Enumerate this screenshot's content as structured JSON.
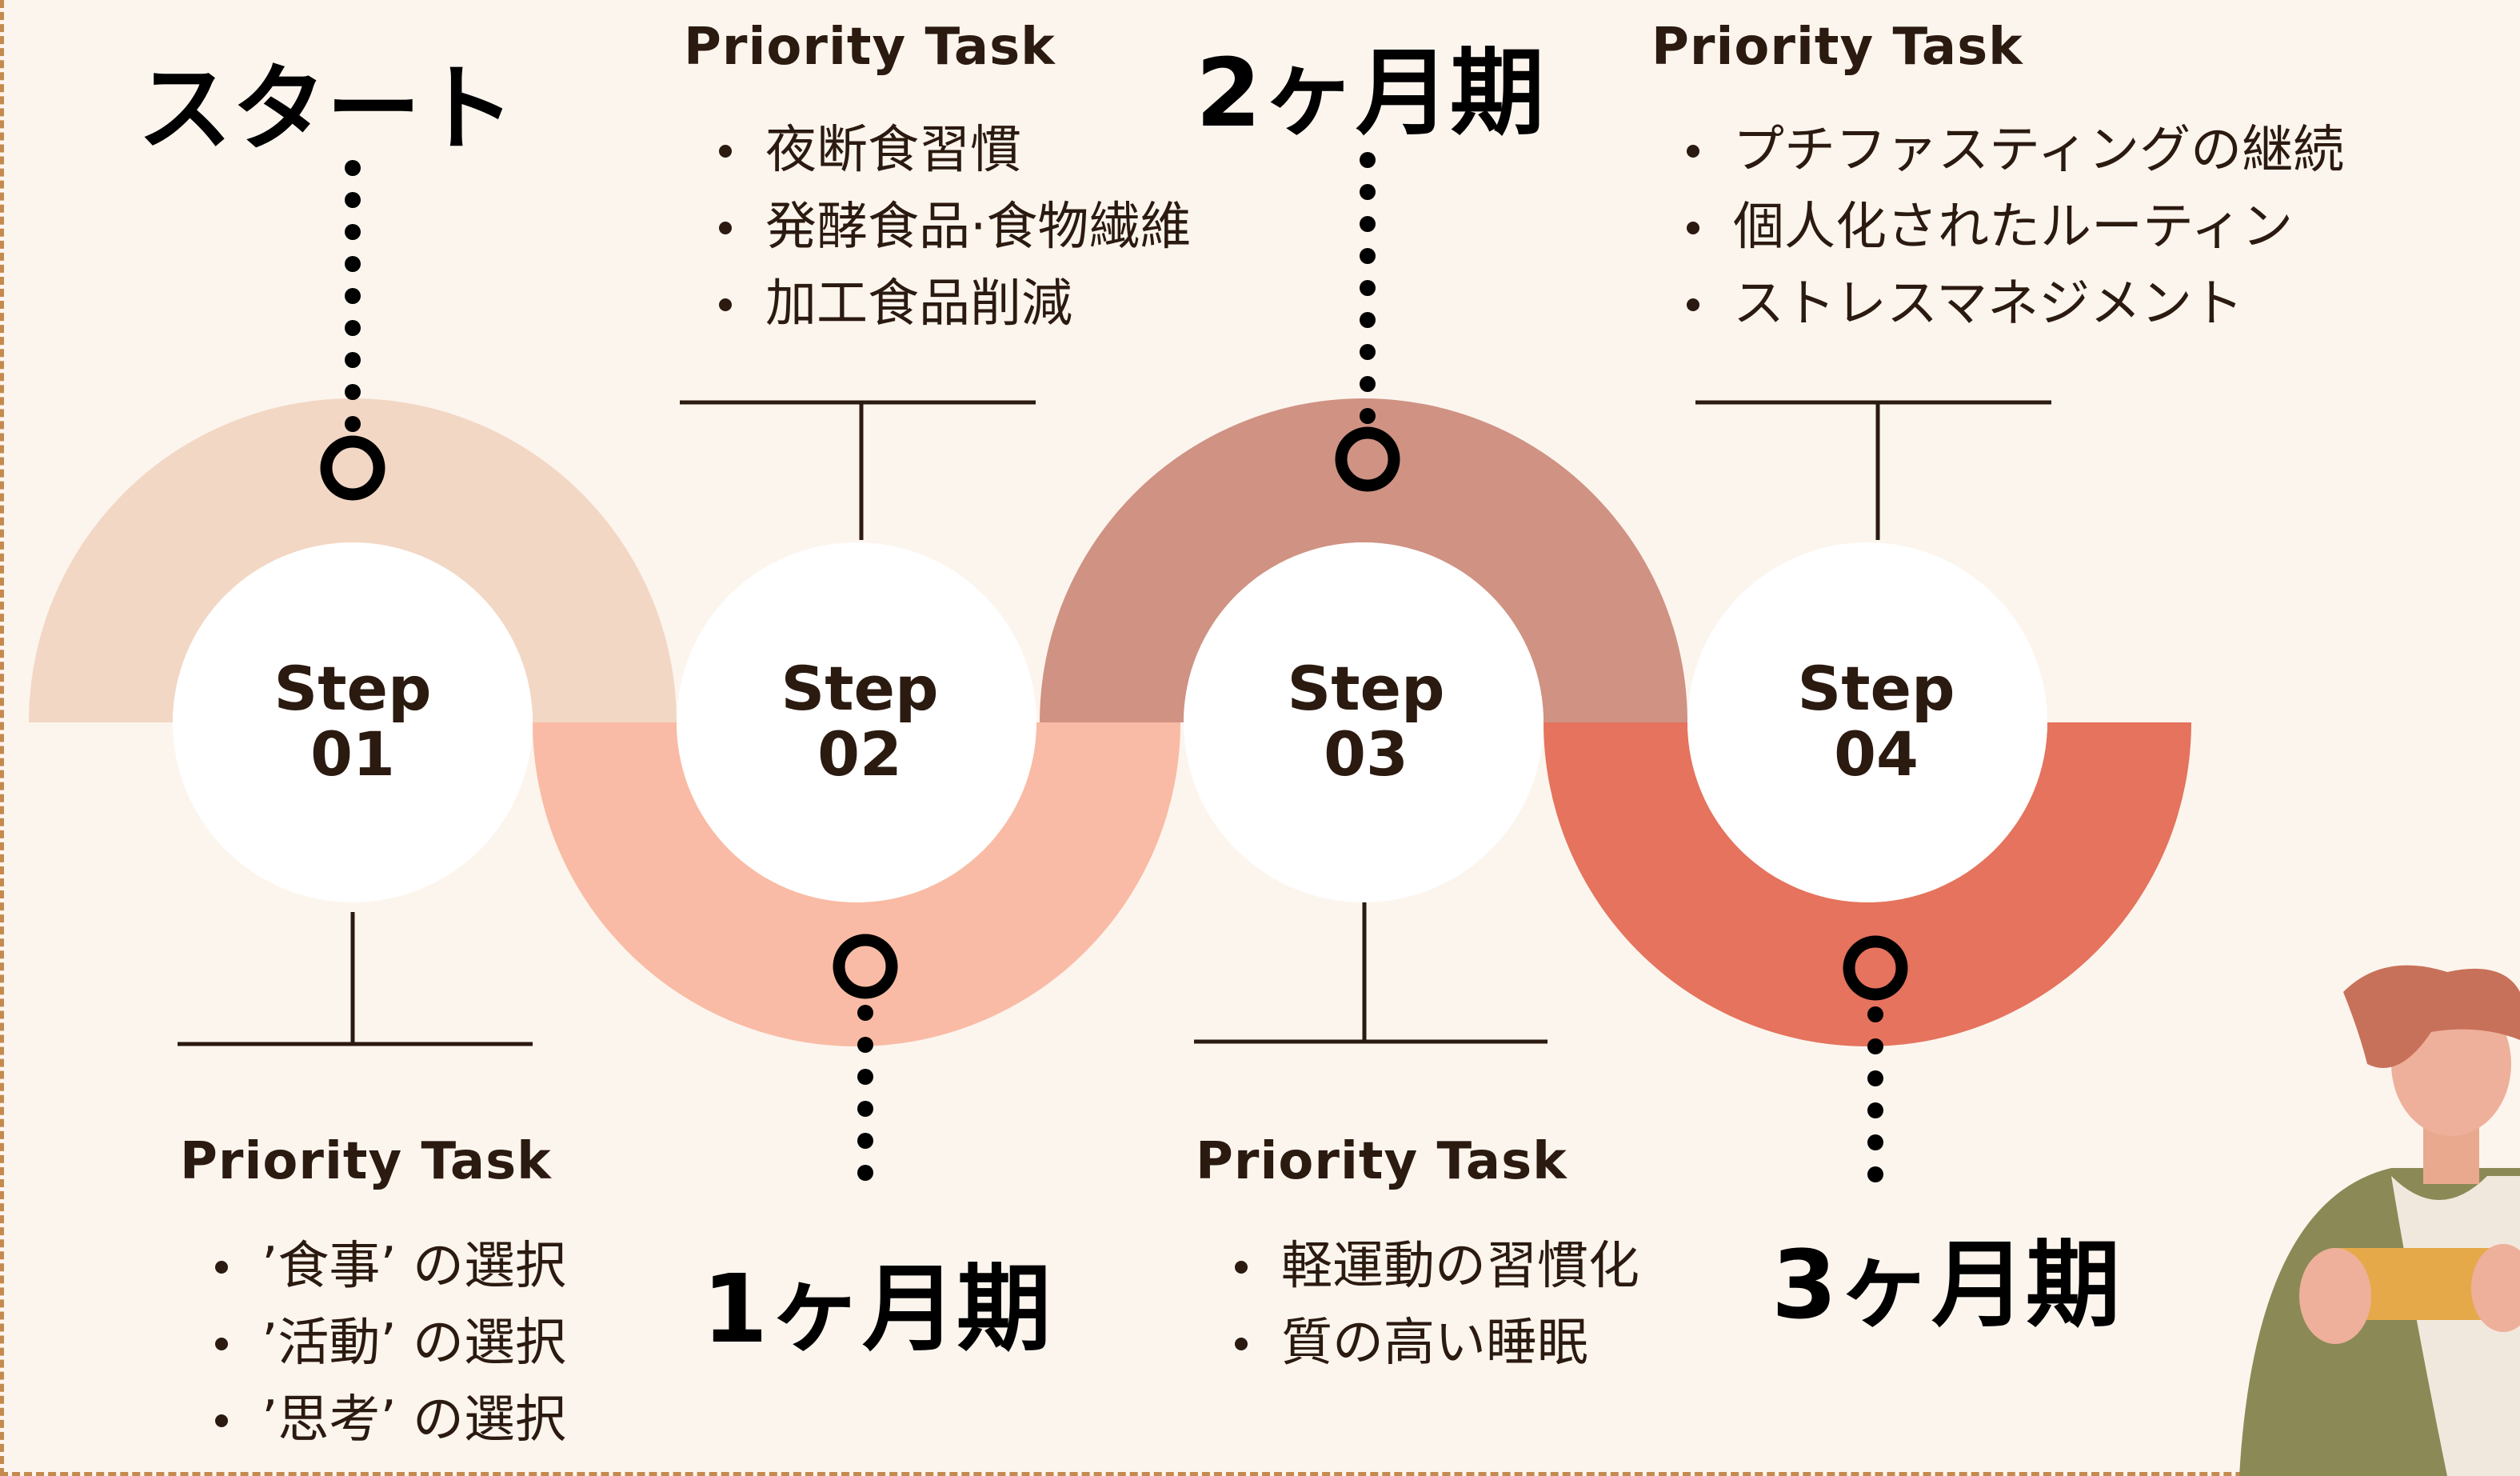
{
  "colors": {
    "background": "#fcf5ee",
    "border": "#c48a4e",
    "arc1": "#f2d7c4",
    "arc2": "#f9bba5",
    "arc3": "#cf9283",
    "arc4": "#e5735d",
    "text": "#2b1a10"
  },
  "steps": [
    {
      "word": "Step",
      "num": "01"
    },
    {
      "word": "Step",
      "num": "02"
    },
    {
      "word": "Step",
      "num": "03"
    },
    {
      "word": "Step",
      "num": "04"
    }
  ],
  "milestones": {
    "start": "スタート",
    "m1": "1ヶ月期",
    "m2": "2ヶ月期",
    "m3": "3ヶ月期"
  },
  "tasks": {
    "step1": {
      "title": "Priority Task",
      "items": [
        "’食事’ の選択",
        "’活動’ の選択",
        "’思考’ の選択"
      ]
    },
    "step2": {
      "title": "Priority Task",
      "items": [
        "夜断食習慣",
        "発酵食品·食物繊維",
        "加工食品削減"
      ]
    },
    "step3": {
      "title": "Priority Task",
      "items": [
        "軽運動の習慣化",
        "質の高い睡眠"
      ]
    },
    "step4": {
      "title": "Priority Task",
      "items": [
        "プチファスティングの継続",
        "個人化されたルーティン",
        "ストレスマネジメント"
      ]
    }
  },
  "illustration": {
    "name": "person-holding-phone"
  }
}
